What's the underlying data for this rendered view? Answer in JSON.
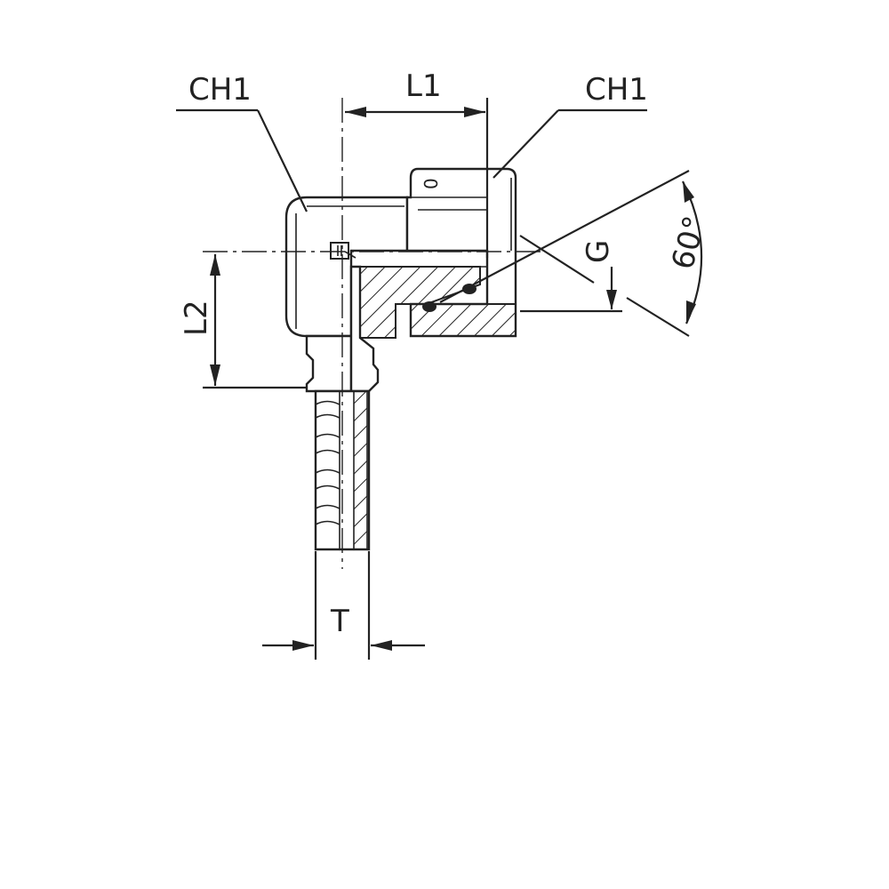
{
  "labels": {
    "ch1_left": "CH1",
    "ch1_right": "CH1",
    "l1": "L1",
    "l2": "L2",
    "g": "G",
    "angle": "60°",
    "t": "T",
    "nut_mark": "0"
  }
}
